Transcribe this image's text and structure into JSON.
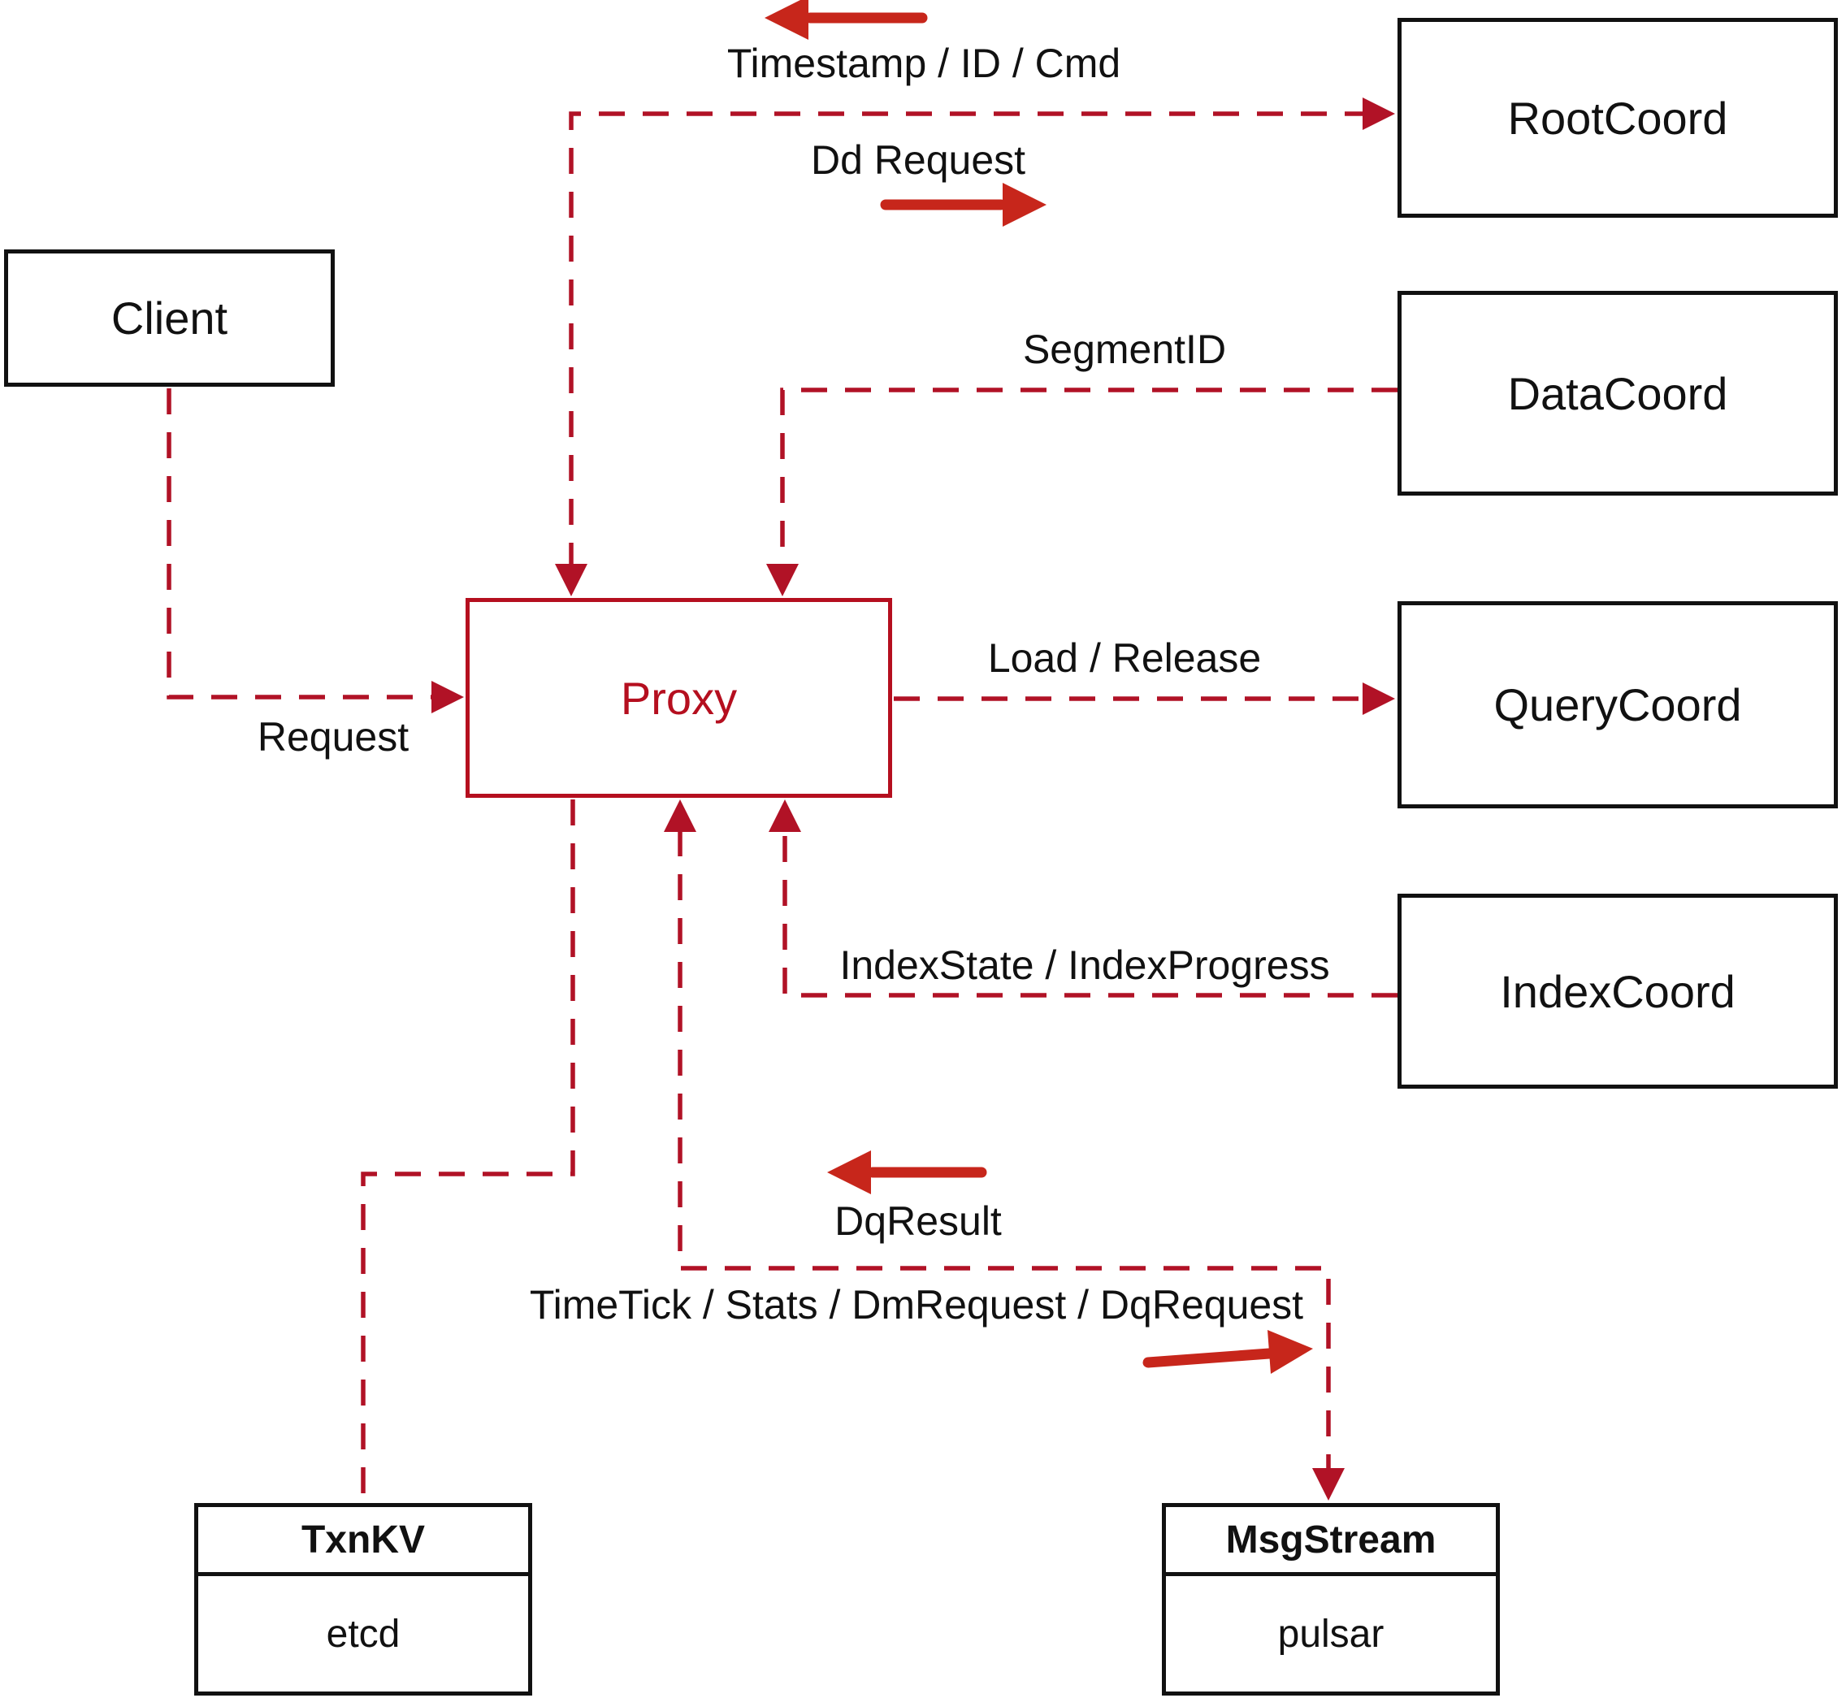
{
  "diagram": {
    "nodes": {
      "client": {
        "label": "Client"
      },
      "rootcoord": {
        "label": "RootCoord"
      },
      "datacoord": {
        "label": "DataCoord"
      },
      "querycoord": {
        "label": "QueryCoord"
      },
      "indexcoord": {
        "label": "IndexCoord"
      },
      "proxy": {
        "label": "Proxy"
      },
      "txnkv": {
        "title": "TxnKV",
        "subtitle": "etcd"
      },
      "msgstream": {
        "title": "MsgStream",
        "subtitle": "pulsar"
      }
    },
    "edge_labels": {
      "timestamp": "Timestamp / ID / Cmd",
      "dd_request": "Dd Request",
      "segment_id": "SegmentID",
      "request": "Request",
      "load_release": "Load / Release",
      "index_state": "IndexState / IndexProgress",
      "dq_result": "DqResult",
      "timetick": "TimeTick / Stats / DmRequest / DqRequest"
    },
    "colors": {
      "dashed_line": "#B11226",
      "solid_arrow": "#C7261B",
      "box_border": "#111111",
      "proxy_accent": "#B50F1F",
      "label_text": "#111111"
    }
  }
}
